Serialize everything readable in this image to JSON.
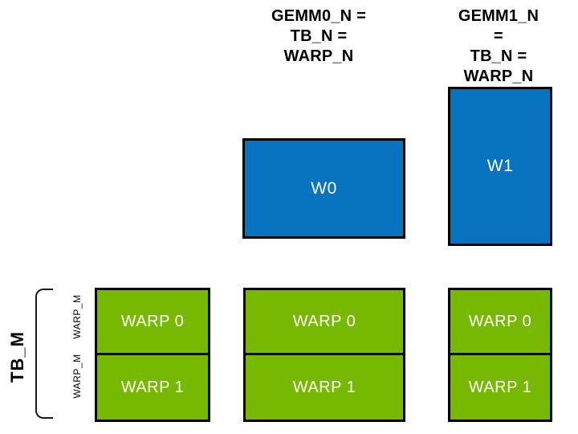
{
  "diagram": {
    "header_labels": {
      "gemm0": "GEMM0_N =\nTB_N =\nWARP_N",
      "gemm1": "GEMM1_N =\nTB_N =\nWARP_N"
    },
    "blue_tiles": {
      "w0": "W0",
      "w1": "W1"
    },
    "left_axis": {
      "tb_m": "TB_M",
      "warp_m_top": "WARP_M",
      "warp_m_bottom": "WARP_M"
    },
    "warp_columns": [
      {
        "warp0": "WARP 0",
        "warp1": "WARP 1"
      },
      {
        "warp0": "WARP 0",
        "warp1": "WARP 1"
      },
      {
        "warp0": "WARP 0",
        "warp1": "WARP 1"
      }
    ],
    "colors": {
      "blue": "#0873BE",
      "green": "#76B900",
      "outline": "#000000",
      "label_text": "#000000",
      "tile_text": "#FFFFFF"
    }
  }
}
